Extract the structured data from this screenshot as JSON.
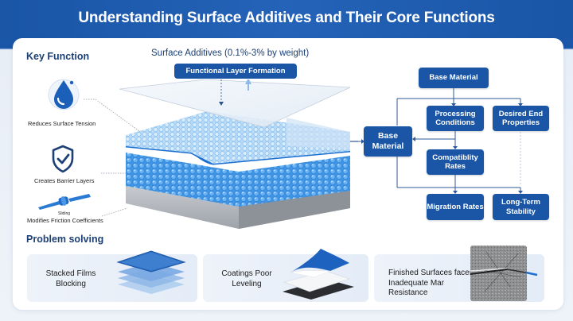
{
  "header": {
    "title": "Understanding Surface Additives and Their Core Functions"
  },
  "key_function": {
    "title": "Key Function",
    "items": [
      {
        "label": "Reduces Surface Tension",
        "icon": "water-drop-icon"
      },
      {
        "label": "Creates Barrier Layers",
        "icon": "shield-check-icon"
      },
      {
        "label": "Modifies Friction Coefficients",
        "sublabel": "Sliding",
        "icon": "slider-rod-icon"
      }
    ]
  },
  "center": {
    "title": "Surface Additives (0.1%-3% by weight)",
    "button": "Functional Layer Formation"
  },
  "flowchart": {
    "nodes": {
      "top_base": "Base Material",
      "processing": "Processing Conditions",
      "desired": "Desired End Properties",
      "left_base": "Base Material",
      "compat": "Compatiblity Rates",
      "migration": "Migration Rates",
      "stability": "Long-Term Stability"
    }
  },
  "problem_solving": {
    "title": "Problem solving",
    "cards": [
      {
        "label": "Stacked Films Blocking",
        "image": "stacked-films-icon"
      },
      {
        "label": "Coatings Poor Leveling",
        "image": "peeling-layers-icon"
      },
      {
        "label": "Finished Surfaces faces Inadequate Mar Resistance",
        "image": "scratched-surface-image"
      }
    ]
  },
  "colors": {
    "primary": "#1a55a6",
    "heading": "#1c3f75",
    "light_bg": "#eef3f9"
  }
}
